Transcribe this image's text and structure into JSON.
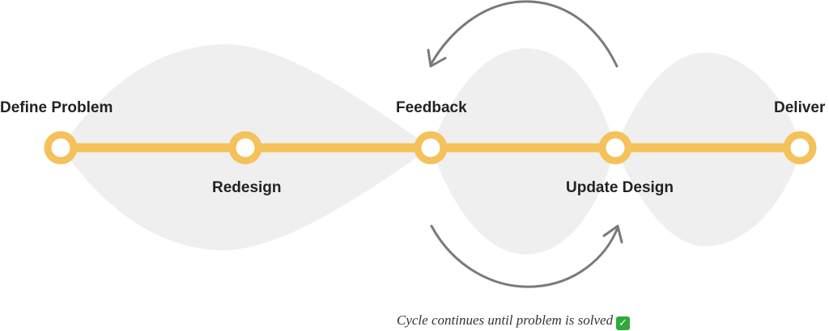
{
  "steps": {
    "define_problem": "Define Problem",
    "redesign": "Redesign",
    "feedback": "Feedback",
    "update_design": "Update Design",
    "deliver": "Deliver"
  },
  "caption": {
    "text": "Cycle continues until problem is solved",
    "icon": "check-mark-emoji-icon"
  },
  "colors": {
    "track": "#f4c15a",
    "node_fill": "#ffffff",
    "lobe": "#efefef",
    "arrow": "#7a7a7a"
  }
}
